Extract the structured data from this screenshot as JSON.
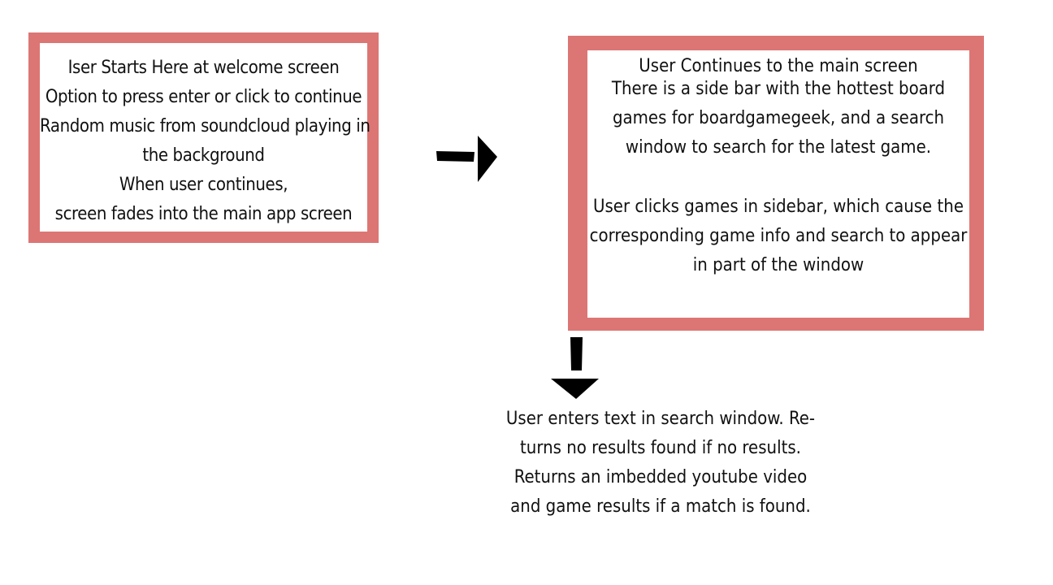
{
  "start_box": {
    "lines": [
      "Iser Starts Here at welcome screen",
      "Option to press enter or click to continue",
      "Random music from soundcloud playing in",
      "the background",
      "When user continues,",
      "screen fades into the main app screen"
    ]
  },
  "main_box": {
    "heading": "User Continues to the main screen",
    "paragraph1": [
      "There is a side bar with the hottest board",
      "games for boardgamegeek, and a search",
      "window to search for the latest game."
    ],
    "paragraph2": [
      "User clicks games in sidebar, which cause the",
      "corresponding game info and search to appear",
      "in part of the window"
    ]
  },
  "search_step": {
    "lines": [
      "User enters text in search window. Re-",
      "turns no results found if no results.",
      "Returns an imbedded youtube video",
      "and game results if a match is found."
    ]
  },
  "colors": {
    "box_border": "#dc7674",
    "arrow": "#000000",
    "text": "#111111"
  }
}
